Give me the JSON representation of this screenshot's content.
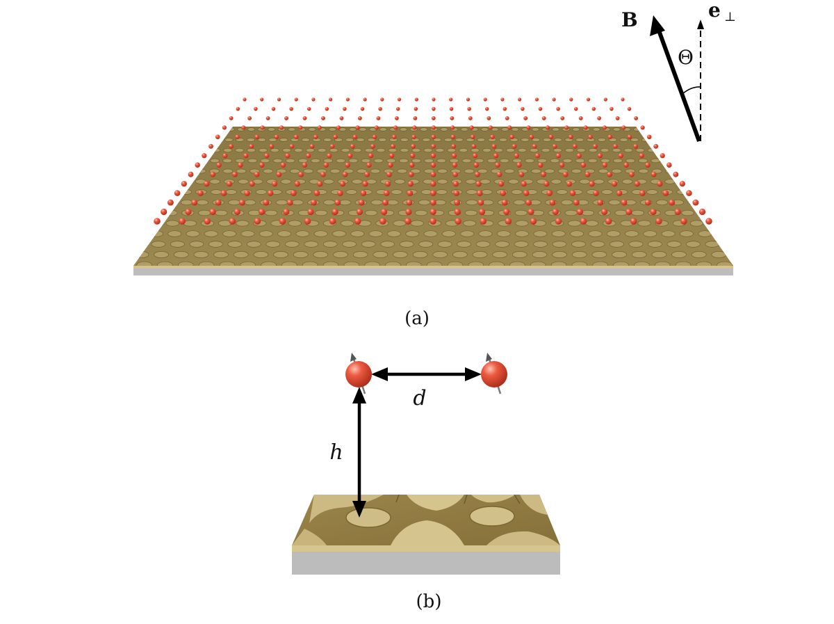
{
  "panel_a": {
    "caption": "(a)",
    "field_label": "B",
    "normal_label": "e",
    "normal_subscript": "⊥",
    "angle_label": "Θ"
  },
  "panel_b": {
    "caption": "(b)",
    "spacing_label": "d",
    "height_label": "h"
  },
  "colors": {
    "atom": "#e8553e",
    "atom_dark": "#b8321f",
    "surface": "#8c7a48",
    "surface_light": "#c9b780",
    "substrate": "#bdbdbd"
  }
}
